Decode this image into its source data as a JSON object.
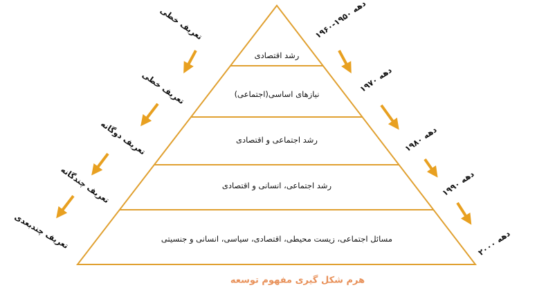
{
  "colors": {
    "pyramid_line": "#E0A030",
    "arrow": "#E8A020",
    "caption": "#E8915A",
    "text": "#111111"
  },
  "pyramid": {
    "tiers": [
      {
        "label": "رشد اقتصادی"
      },
      {
        "label": "نیازهای اساسی(اجتماعی)"
      },
      {
        "label": "رشد اجتماعی و اقتصادی"
      },
      {
        "label": "رشد اجتماعی، انسانی و اقتصادی"
      },
      {
        "label": "مسائل اجتماعی، زیست محیطی، اقتصادی، سیاسی، انسانی و جنسیتی"
      }
    ]
  },
  "left_definitions": [
    {
      "label": "تعریف خطی"
    },
    {
      "label": "تعریف خطی"
    },
    {
      "label": "تعریف دوگانه"
    },
    {
      "label": "تعریف چندگانه"
    },
    {
      "label": "تعریف چندبعدی"
    }
  ],
  "right_decades": [
    {
      "label": "دهه ۱۹۵۰-۱۹۶۰"
    },
    {
      "label": "دهه ۱۹۷۰"
    },
    {
      "label": "دهه ۱۹۸۰"
    },
    {
      "label": "دهه ۱۹۹۰"
    },
    {
      "label": "دهه ۲۰۰۰"
    }
  ],
  "caption": "هرم شکل گیری مفهوم توسعه"
}
